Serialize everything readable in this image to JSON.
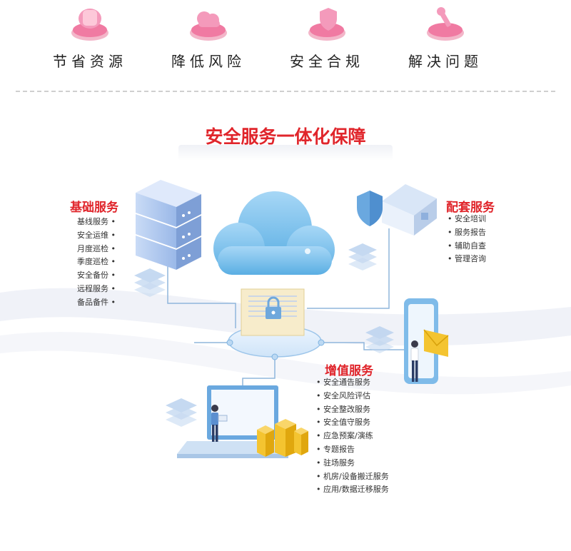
{
  "benefits": [
    {
      "label": "节省资源",
      "icon": "piggy-bank-icon"
    },
    {
      "label": "降低风险",
      "icon": "cloud-shield-icon"
    },
    {
      "label": "安全合规",
      "icon": "shield-check-icon"
    },
    {
      "label": "解决问题",
      "icon": "wrench-icon"
    }
  ],
  "title": "安全服务一体化保障",
  "basic_services": {
    "title": "基础服务",
    "items": [
      "基线服务",
      "安全运维",
      "月度巡检",
      "季度巡检",
      "安全备份",
      "远程服务",
      "备品备件"
    ]
  },
  "support_services": {
    "title": "配套服务",
    "items": [
      "安全培训",
      "服务报告",
      "辅助自查",
      "管理咨询"
    ]
  },
  "value_added_services": {
    "title": "增值服务",
    "items": [
      "安全通告服务",
      "安全风险评估",
      "安全整改服务",
      "安全值守服务",
      "应急预案/演练",
      "专题报告",
      "驻场服务",
      "机房/设备搬迁服务",
      "应用/数据迁移服务"
    ]
  },
  "colors": {
    "accent_red": "#e0252b",
    "cloud_blue": "#7fc0ea",
    "badge_pink": "#f07aa2"
  }
}
